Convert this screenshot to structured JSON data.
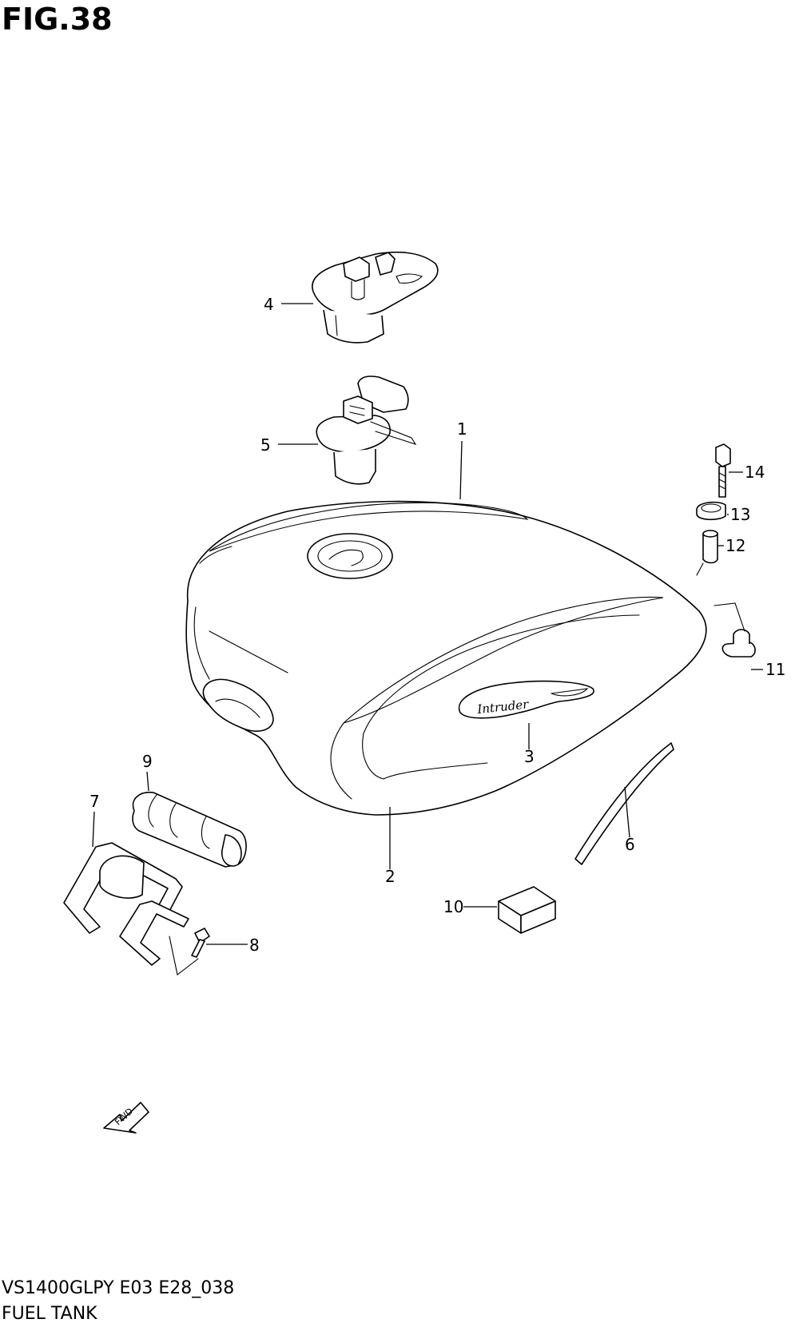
{
  "figure": {
    "title": "FIG.38",
    "model_code": "VS1400GLPY E03 E28_038",
    "section_name": "FUEL TANK"
  },
  "callouts": [
    "1",
    "2",
    "3",
    "4",
    "5",
    "6",
    "7",
    "8",
    "9",
    "10",
    "11",
    "12",
    "13",
    "14"
  ],
  "emblem_text": "Intruder",
  "direction_label": "FWD"
}
